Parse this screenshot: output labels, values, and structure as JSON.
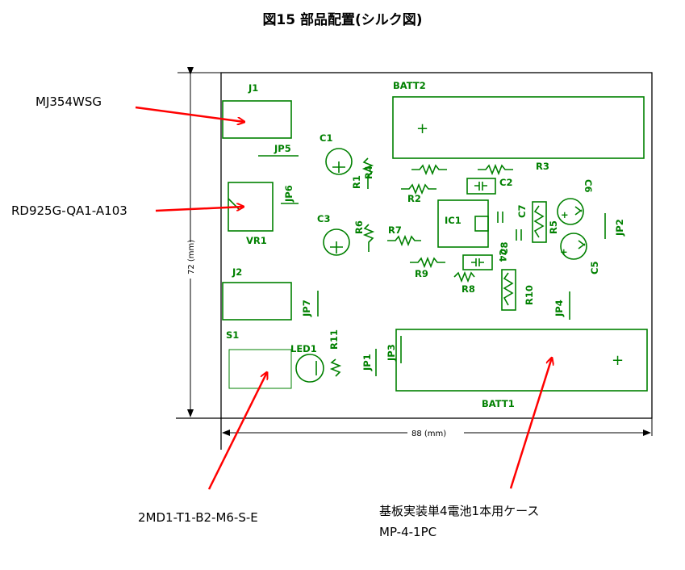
{
  "title": "図15  部品配置(シルク図)",
  "callouts": {
    "mj": "MJ354WSG",
    "rd": "RD925G-QA1-A103",
    "sw": "2MD1-T1-B2-M6-S-E",
    "batt_line1": "基板実装単4電池1本用ケース",
    "batt_line2": "MP-4-1PC"
  },
  "dimensions": {
    "height": "72 (mm)",
    "width": "88 (mm)"
  },
  "components": {
    "j1": "J1",
    "jp5": "JP5",
    "jp6": "JP6",
    "vr1": "VR1",
    "j2": "J2",
    "jp7": "JP7",
    "s1": "S1",
    "led1": "LED1",
    "r11": "R11",
    "jp1": "JP1",
    "jp3": "JP3",
    "batt2": "BATT2",
    "batt1": "BATT1",
    "c1": "C1",
    "r1": "R1",
    "r4": "R4",
    "c3": "C3",
    "r6": "R6",
    "r7": "R7",
    "r2": "R2",
    "r3": "R3",
    "c2": "C2",
    "ic1": "IC1",
    "c7": "C7",
    "c8": "C8",
    "c4": "C4",
    "r5": "R5",
    "c6": "C6",
    "c5": "C5",
    "jp2": "JP2",
    "r9": "R9",
    "r8": "R8",
    "r10": "R10",
    "jp4": "JP4",
    "plus": "+"
  },
  "colors": {
    "silk": "#008000",
    "arrow": "#ff0000",
    "outline": "#000000"
  }
}
